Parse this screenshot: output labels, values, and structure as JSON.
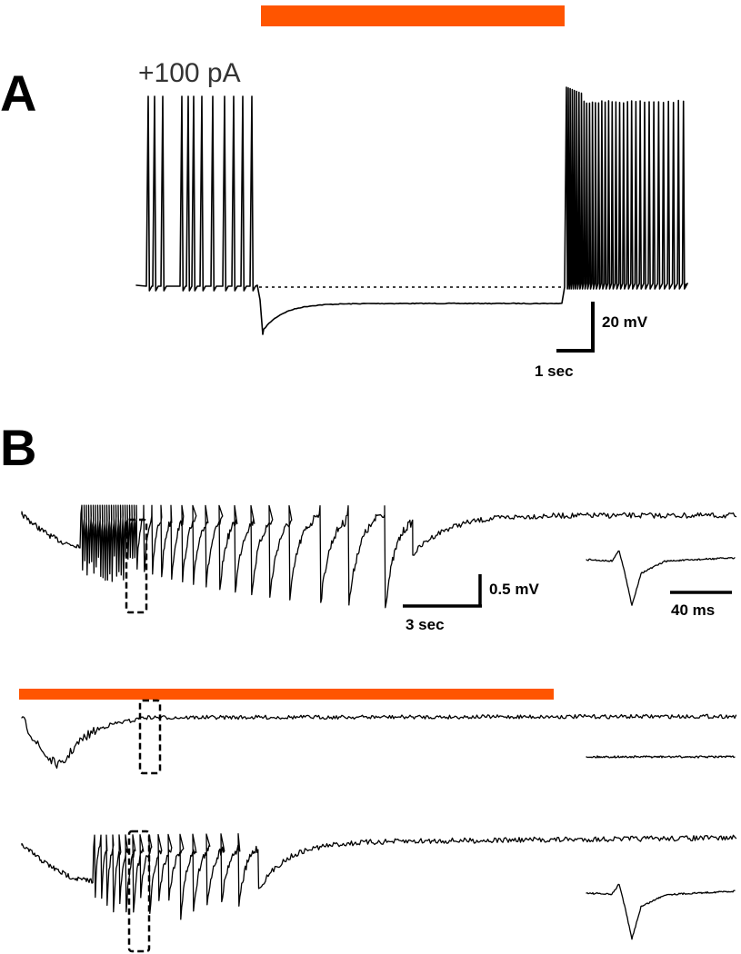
{
  "panels": {
    "a": {
      "label": "A",
      "stimulus_label": "+100 pA"
    },
    "b": {
      "label": "B"
    }
  },
  "scale_bars": {
    "a": {
      "voltage": "20 mV",
      "time": "1 sec"
    },
    "b": {
      "voltage": "0.5 mV",
      "time": "3 sec",
      "inset_time": "40 ms"
    }
  },
  "colors": {
    "light_bar": "#ff5500",
    "trace": "#000000"
  }
}
